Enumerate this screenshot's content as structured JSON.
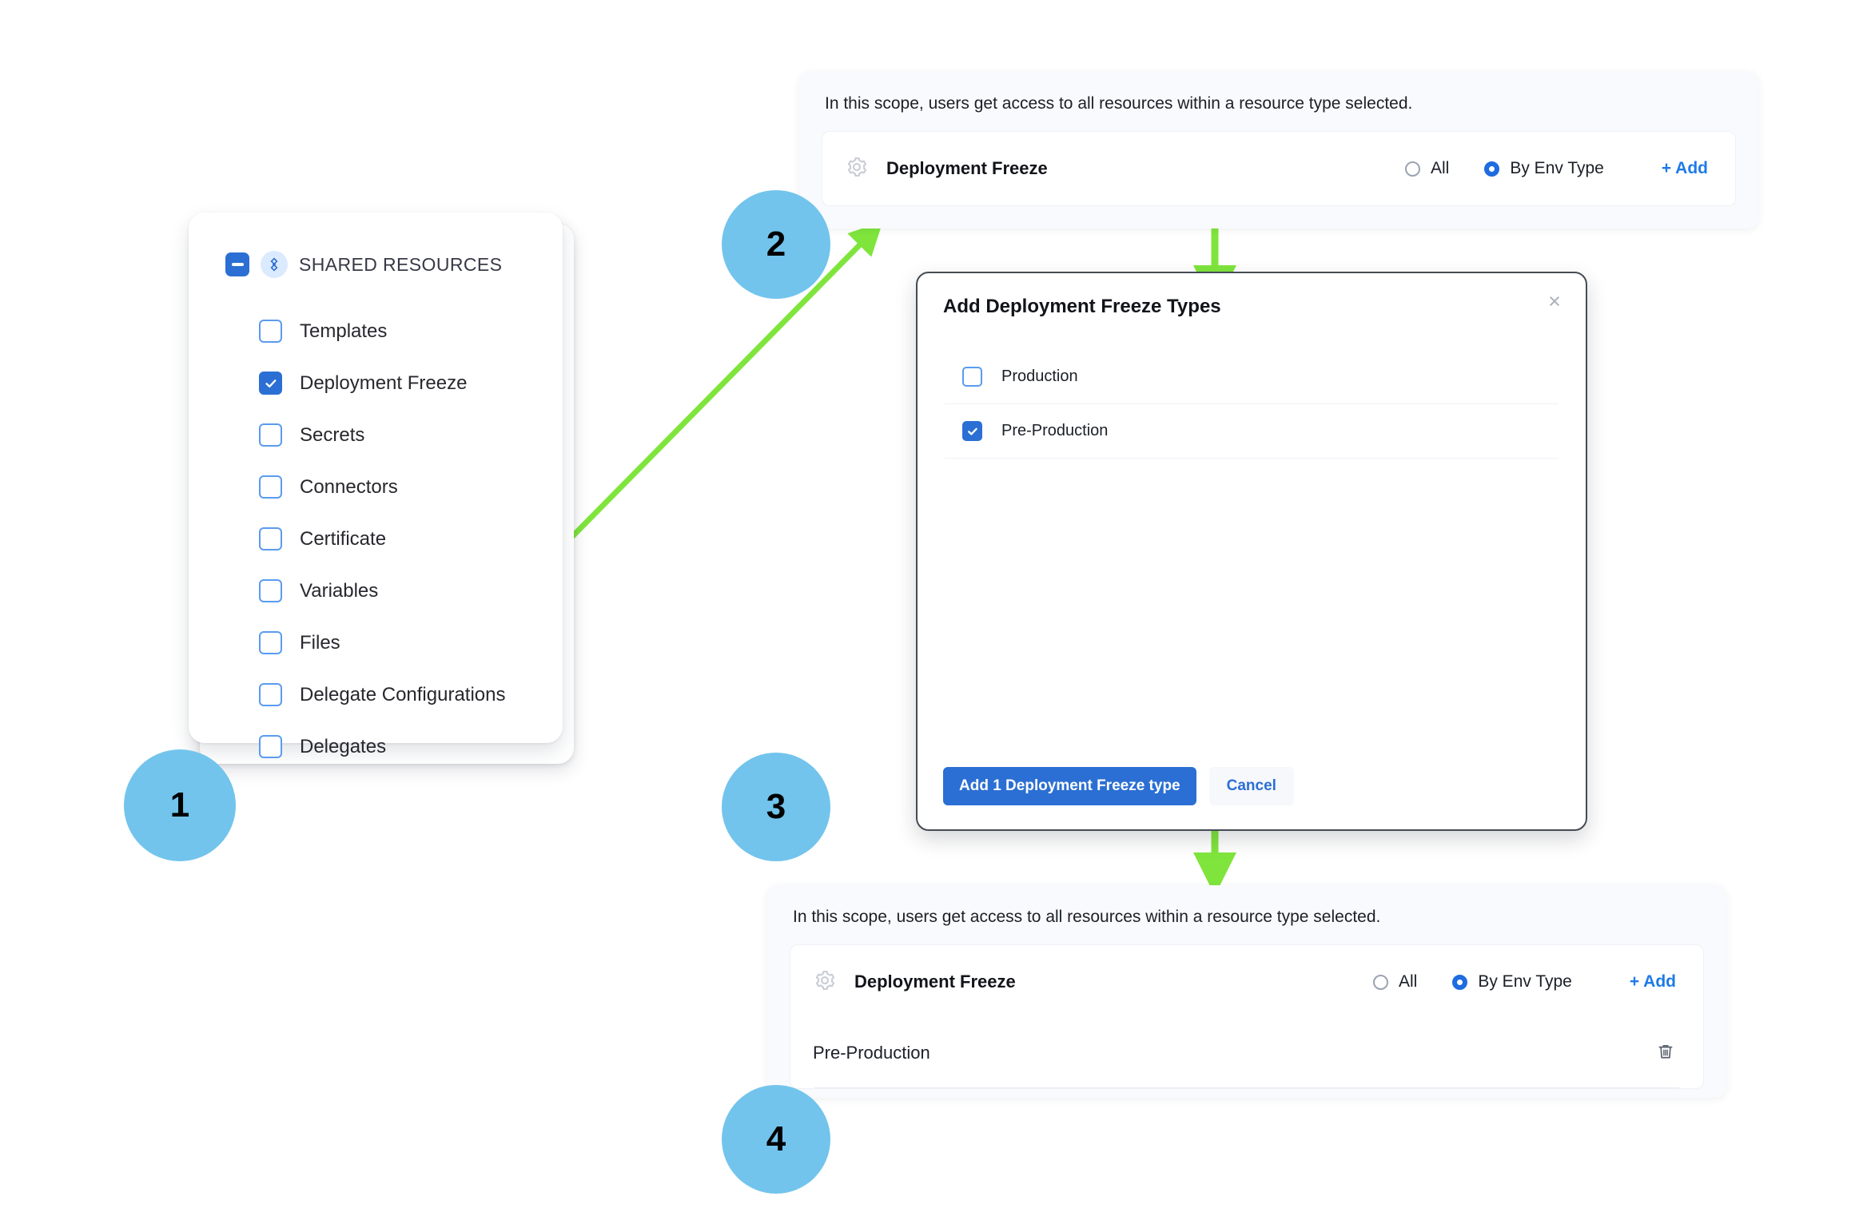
{
  "steps": [
    {
      "number": "1"
    },
    {
      "number": "2"
    },
    {
      "number": "3"
    },
    {
      "number": "4"
    }
  ],
  "shared_resources": {
    "header_label": "SHARED RESOURCES",
    "header_checkbox_state": "indeterminate",
    "items": [
      {
        "label": "Templates",
        "checked": false
      },
      {
        "label": "Deployment Freeze",
        "checked": true
      },
      {
        "label": "Secrets",
        "checked": false
      },
      {
        "label": "Connectors",
        "checked": false
      },
      {
        "label": "Certificate",
        "checked": false
      },
      {
        "label": "Variables",
        "checked": false
      },
      {
        "label": "Files",
        "checked": false
      },
      {
        "label": "Delegate Configurations",
        "checked": false
      },
      {
        "label": "Delegates",
        "checked": false
      }
    ]
  },
  "scope_panel_top": {
    "note": "In this scope, users get access to all resources within a resource type selected.",
    "resource_title": "Deployment Freeze",
    "radio_all_label": "All",
    "radio_env_label": "By Env Type",
    "selected_radio": "By Env Type",
    "add_label": "+ Add"
  },
  "scope_panel_bottom": {
    "note": "In this scope, users get access to all resources within a resource type selected.",
    "resource_title": "Deployment Freeze",
    "radio_all_label": "All",
    "radio_env_label": "By Env Type",
    "selected_radio": "By Env Type",
    "add_label": "+ Add",
    "selected_entry": "Pre-Production"
  },
  "modal": {
    "title": "Add Deployment Freeze Types",
    "close_label": "×",
    "options": [
      {
        "label": "Production",
        "checked": false
      },
      {
        "label": "Pre-Production",
        "checked": true
      }
    ],
    "primary_button": "Add 1 Deployment Freeze type",
    "cancel_button": "Cancel"
  },
  "colors": {
    "accent_blue": "#2b6fd4",
    "link_blue": "#1e7ae8",
    "step_circle": "#72c4ec",
    "arrow_green": "#7fe53c",
    "panel_bg": "#f8fafd"
  }
}
